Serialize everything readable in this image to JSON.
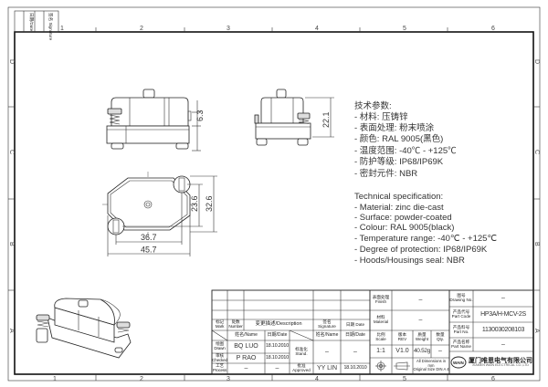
{
  "frame": {
    "columns": [
      "1",
      "2",
      "3",
      "4",
      "5",
      "6"
    ],
    "rows": [
      "D",
      "C",
      "B",
      "A"
    ],
    "corner_box": {
      "date": "日期/Date",
      "signature": "签名 Signature"
    }
  },
  "dimensions": {
    "front_height": "6.3",
    "side_height": "22.1",
    "top_inner_height": "23.6",
    "top_outer_height": "32.6",
    "top_inner_width": "36.7",
    "top_outer_width": "45.7"
  },
  "spec_cn": {
    "title": "技术参数:",
    "items": [
      "- 材料: 压铸锌",
      "- 表面处理: 粉末喷涂",
      "- 颜色: RAL 9005(黑色)",
      "- 温度范围: -40℃ - +125℃",
      "- 防护等级: IP68/IP69K",
      "- 密封元件: NBR"
    ]
  },
  "spec_en": {
    "title": "Technical specification:",
    "items": [
      "- Material: zinc die-cast",
      "- Surface: powder-coated",
      "- Colour: RAL 9005(black)",
      "- Temperature range: -40℃ - +125℃",
      "- Degree of protection: IP68/IP69K",
      "- Hoods/Housings seal: NBR"
    ]
  },
  "title_block": {
    "rev_header": {
      "mark": "标记 Mark",
      "number": "处数 Number",
      "description": "变更描述/Description",
      "signature": "签名 Signature",
      "date": "日期 Date"
    },
    "name_header": "姓名/Name",
    "date_header": "日期/Date",
    "drawn": {
      "label": "绘图 Drawn",
      "name": "BQ LUO",
      "date": "18.10.2010"
    },
    "checked": {
      "label": "审核 Checked",
      "name": "P RAO",
      "date": "18.10.2010"
    },
    "process": {
      "label": "工艺 Process",
      "name": "–",
      "date": "–"
    },
    "stand": {
      "label": "标准化 Stand.",
      "name": "–",
      "date": "–"
    },
    "approved": {
      "label": "批准 Approved",
      "name": "YY LIN",
      "date": "18.10.2010"
    },
    "finish": {
      "label_cn": "表面处理",
      "label_en": "Finish",
      "value": "–"
    },
    "material": {
      "label_cn": "材料",
      "label_en": "Material",
      "value": "–"
    },
    "scale": {
      "label_cn": "比例",
      "label_en": "Scale",
      "value": "1:1"
    },
    "rev": {
      "label_cn": "版本",
      "label_en": "REV",
      "value": "V1.0"
    },
    "weight": {
      "label_cn": "质量",
      "label_en": "Weight",
      "value": "40.52g"
    },
    "qty": {
      "label_cn": "数量",
      "label_en": "Qty.",
      "value": "–"
    },
    "units_note_1": "All Dimensions in mm",
    "units_note_2": "Original Size DIN A 4",
    "drawing_no": {
      "label_cn": "图号",
      "label_en": "Drawing No.",
      "value": "–"
    },
    "part_code": {
      "label_cn": "产品代号",
      "label_en": "Part Code",
      "value": "HP3A/H-MCV-2S"
    },
    "part_no": {
      "label_cn": "产品料号",
      "label_en": "Part No.",
      "value": "1130030208103"
    },
    "part_name": {
      "label_cn": "产品名称",
      "label_en": "Part Name",
      "value": "–"
    },
    "company_cn": "厦门唯恩电气有限公司",
    "company_en": "XIAMEN WAIN ELECTRICAL CO.,LTD",
    "logo": "WAIN"
  }
}
